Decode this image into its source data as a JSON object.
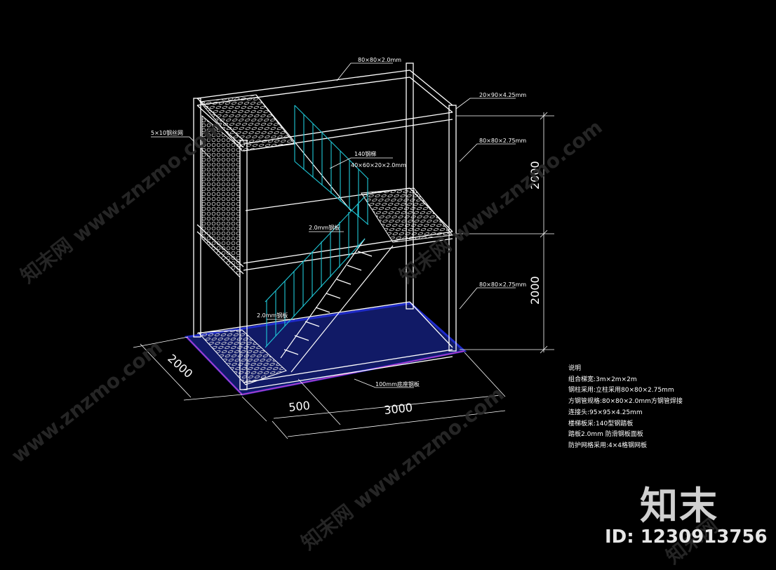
{
  "labels": {
    "top_beam": "80×80×2.0mm",
    "corner_post": "20×90×4.25mm",
    "beam_upper": "80×80×2.75mm",
    "beam_lower": "80×80×2.75mm",
    "side_mesh": "5×10钢丝网",
    "rail_main": "140钢梯",
    "rail_sub": "40×60×20×2.0mm",
    "mid_plate": "2.0mm钢板",
    "low_plate": "2.0mm钢板",
    "base": "100mm底座钢板"
  },
  "dims": {
    "height_upper": "2000",
    "height_lower": "2000",
    "depth": "2000",
    "stair": "500",
    "length": "3000"
  },
  "notes": {
    "title": "说明",
    "l1": "组合梯宽:3m×2m×2m",
    "l2": "钢柱采用:立柱采用80×80×2.75mm",
    "l3": "方钢管规格:80×80×2.0mm方钢管焊接",
    "l4": "连接头:95×95×4.25mm",
    "l5": "楼梯板采:140型钢踏板",
    "l6": "踏板2.0mm 防滑钢板面板",
    "l7": "防护网格采用:4×4格钢网板"
  },
  "branding": {
    "logo": "知末",
    "id": "ID: 1230913756",
    "wm_cn": "知末网",
    "wm_url": "www.znzmo.com"
  },
  "colors": {
    "line": "#ffffff",
    "rail": "#1fc8d8",
    "base": "#1e2ac8",
    "base_edge": "#c040c0"
  }
}
